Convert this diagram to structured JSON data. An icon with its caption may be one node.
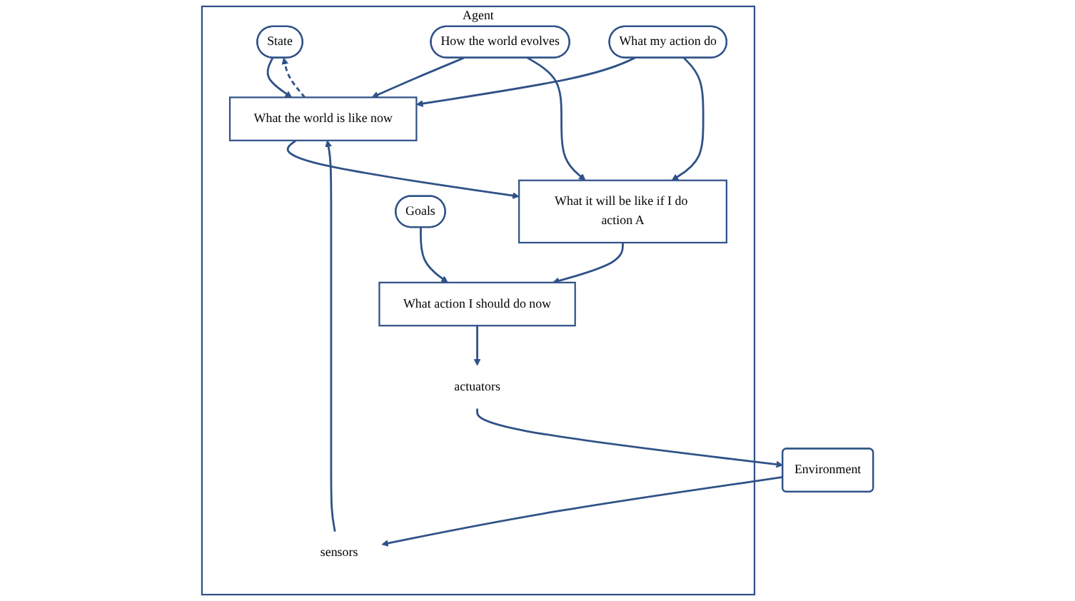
{
  "diagram": {
    "nodes": [
      {
        "text": [
          "Agent"
        ]
      },
      {
        "text": [
          "Environment"
        ]
      },
      {
        "text": [
          "State"
        ],
        "in": 0
      },
      {
        "text": [
          "How the world evolves"
        ],
        "in": 0
      },
      {
        "text": [
          "What my action do"
        ],
        "in": 0
      },
      {
        "text": [
          "sensors"
        ],
        "in": 0
      },
      {
        "text": [
          "What the world is like now"
        ],
        "in": 0
      },
      {
        "text": [
          "What it will be like if I do action A"
        ],
        "in": 0
      },
      {
        "text": [
          "Goals"
        ],
        "in": 0
      },
      {
        "text": [
          "What action I should do now"
        ],
        "in": 0
      },
      {
        "text": [
          "actuators"
        ],
        "in": 0
      }
    ],
    "edges": [
      {
        "from": 1,
        "to": 5,
        "arrow": "to"
      },
      {
        "from": 5,
        "to": 6,
        "arrow": "to"
      },
      {
        "from": 6,
        "to": 2,
        "arrow": "to",
        "style": "dashed"
      },
      {
        "from": 2,
        "to": 6,
        "arrow": "to"
      },
      {
        "from": 3,
        "to": 6,
        "arrow": "to"
      },
      {
        "from": 3,
        "to": 7,
        "arrow": "to"
      },
      {
        "from": 4,
        "to": 6,
        "arrow": "to"
      },
      {
        "from": 4,
        "to": 7,
        "arrow": "to"
      },
      {
        "from": 6,
        "to": 7,
        "arrow": "to"
      },
      {
        "from": 7,
        "to": 9,
        "arrow": "to"
      },
      {
        "from": 8,
        "to": 9,
        "arrow": "to"
      },
      {
        "from": 9,
        "to": 10,
        "arrow": "to"
      },
      {
        "from": 10,
        "to": 1,
        "arrow": "to"
      }
    ]
  }
}
